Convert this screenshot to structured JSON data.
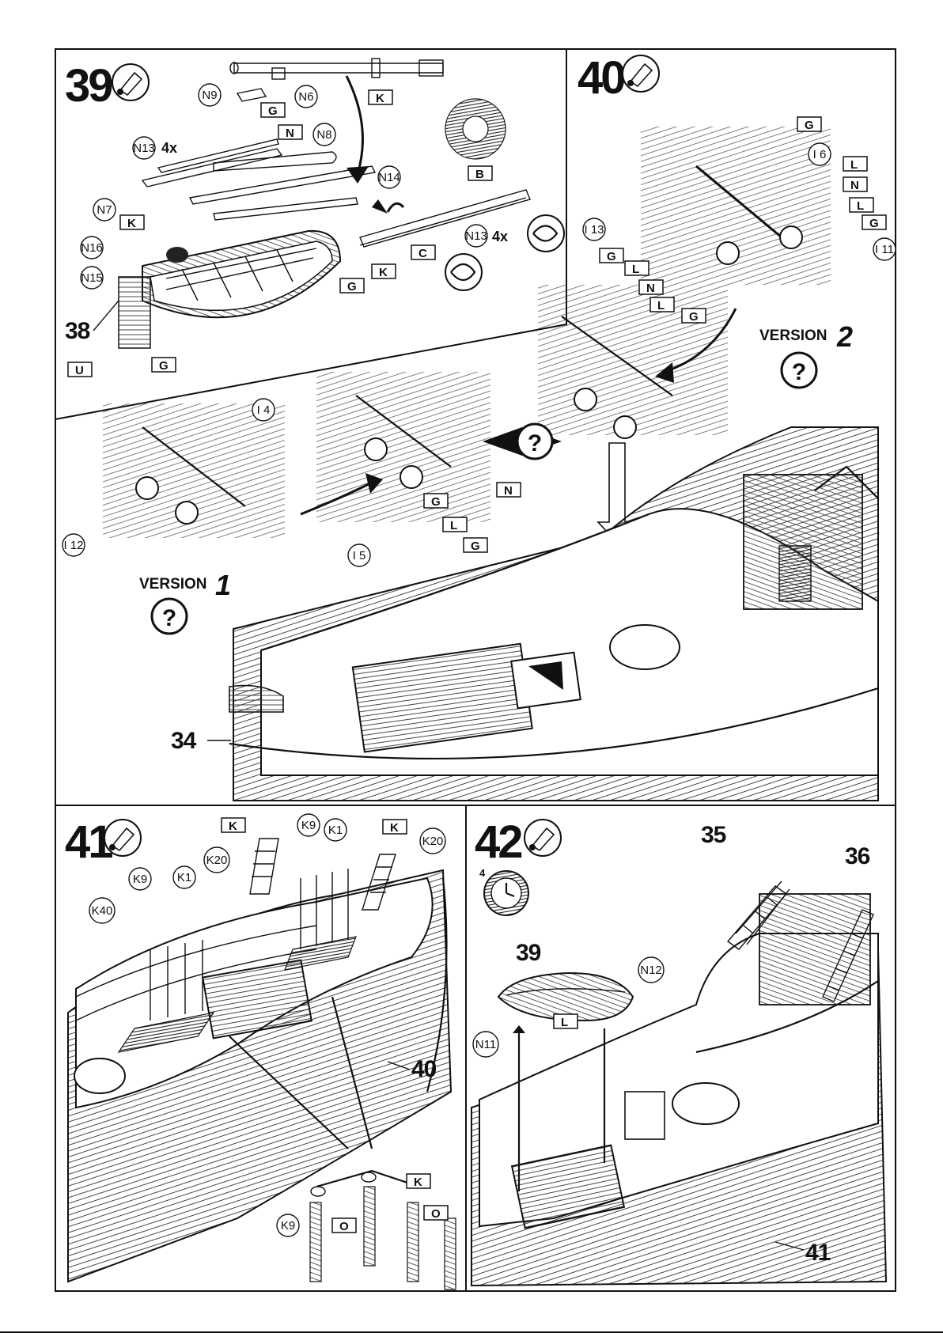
{
  "steps": [
    {
      "number": "39",
      "icon": "glue-tube-icon",
      "labels": {
        "n9": "N9",
        "n6": "N6",
        "n8": "N8",
        "n13": "N13",
        "n13_qty": "4x",
        "n13b": "N13",
        "n13b_qty": "4x",
        "n7": "N7",
        "n14": "N14",
        "n16": "N16",
        "n15": "N15",
        "assembly_ref": "38"
      },
      "color_flags": [
        "G",
        "K",
        "N",
        "K",
        "B",
        "C",
        "G",
        "K",
        "U",
        "G"
      ]
    },
    {
      "number": "40",
      "icon": "glue-tube-icon",
      "labels": {
        "i6": "I 6",
        "i13": "I 13",
        "i11": "I 11",
        "i4": "I 4",
        "i12": "I 12",
        "i5": "I 5",
        "assembly_ref": "34"
      },
      "color_flags": [
        "G",
        "L",
        "N",
        "L",
        "G",
        "G",
        "L",
        "N",
        "L",
        "G",
        "G",
        "N",
        "L",
        "G"
      ],
      "version_1": {
        "label": "VERSION",
        "number": "1"
      },
      "version_2": {
        "label": "VERSION",
        "number": "2"
      },
      "question_mark": "?"
    },
    {
      "number": "41",
      "icon": "glue-tube-icon",
      "labels": {
        "k9a": "K9",
        "k1a": "K1",
        "k20a": "K20",
        "k20b": "K20",
        "k9b": "K9",
        "k1b": "K1",
        "k40": "K40",
        "k9c": "K9",
        "assembly_ref": "40"
      },
      "color_flags": [
        "K",
        "K",
        "K",
        "O",
        "O"
      ]
    },
    {
      "number": "42",
      "icon": "glue-tube-icon",
      "clock_icon": "clock-icon",
      "clock_minutes": "4",
      "labels": {
        "a35": "35",
        "a36": "36",
        "a39": "39",
        "n12": "N12",
        "n11": "N11",
        "assembly_ref": "41"
      },
      "color_flags": [
        "L"
      ]
    }
  ]
}
